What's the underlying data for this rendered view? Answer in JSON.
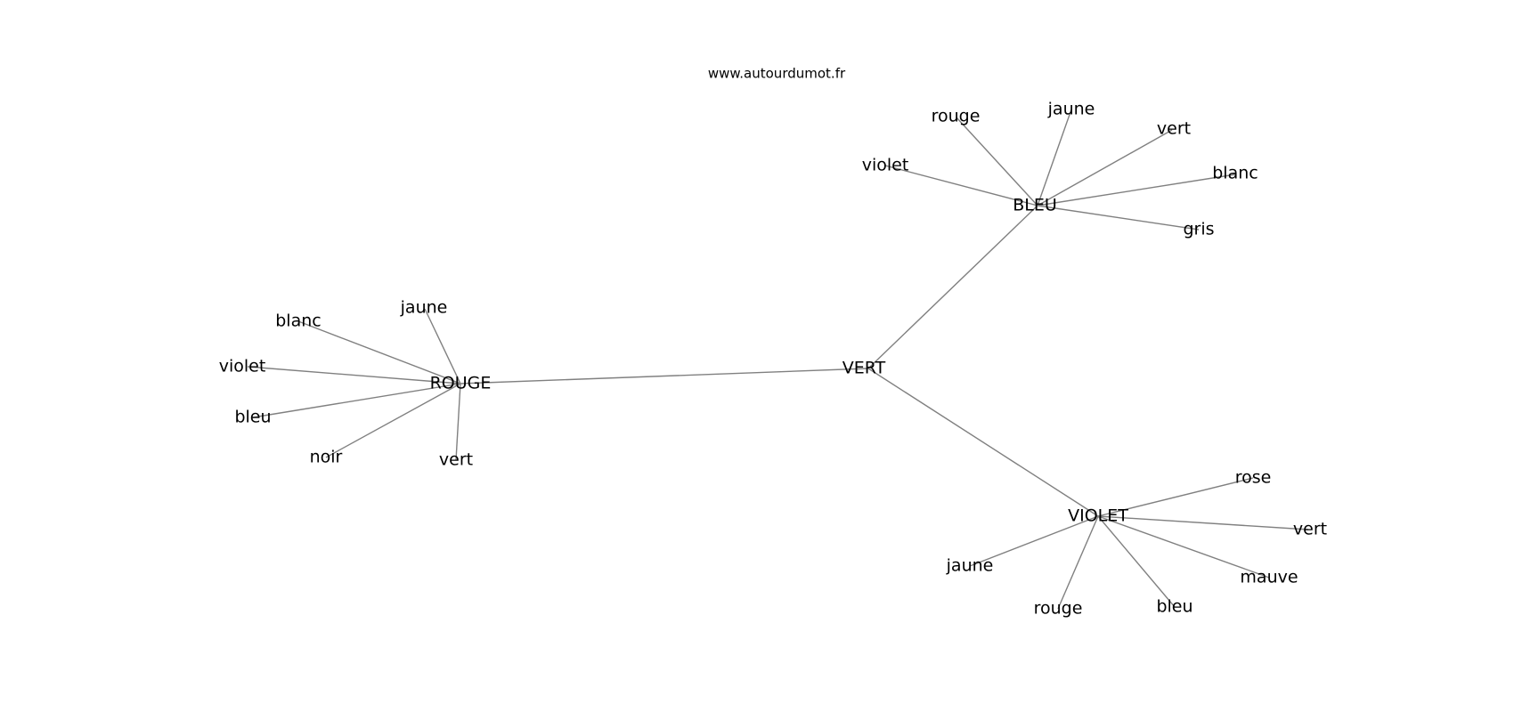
{
  "source": "www.autourdumot.fr",
  "colors": {
    "edge": "#808080",
    "text": "#000000",
    "background": "#ffffff"
  },
  "center": "VERT",
  "hubs": [
    {
      "id": "rouge",
      "label": "ROUGE",
      "neighbors": [
        {
          "id": "rouge-jaune",
          "label": "jaune"
        },
        {
          "id": "rouge-blanc",
          "label": "blanc"
        },
        {
          "id": "rouge-violet",
          "label": "violet"
        },
        {
          "id": "rouge-bleu",
          "label": "bleu"
        },
        {
          "id": "rouge-noir",
          "label": "noir"
        },
        {
          "id": "rouge-vert",
          "label": "vert"
        }
      ]
    },
    {
      "id": "bleu",
      "label": "BLEU",
      "neighbors": [
        {
          "id": "bleu-violet",
          "label": "violet"
        },
        {
          "id": "bleu-rouge",
          "label": "rouge"
        },
        {
          "id": "bleu-jaune",
          "label": "jaune"
        },
        {
          "id": "bleu-vert",
          "label": "vert"
        },
        {
          "id": "bleu-blanc",
          "label": "blanc"
        },
        {
          "id": "bleu-gris",
          "label": "gris"
        }
      ]
    },
    {
      "id": "violet",
      "label": "VIOLET",
      "neighbors": [
        {
          "id": "violet-rose",
          "label": "rose"
        },
        {
          "id": "violet-vert",
          "label": "vert"
        },
        {
          "id": "violet-mauve",
          "label": "mauve"
        },
        {
          "id": "violet-bleu",
          "label": "bleu"
        },
        {
          "id": "violet-rouge",
          "label": "rouge"
        },
        {
          "id": "violet-jaune",
          "label": "jaune"
        }
      ]
    }
  ]
}
